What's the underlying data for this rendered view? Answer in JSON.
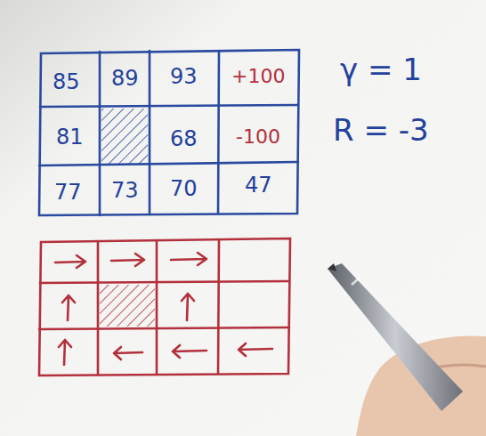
{
  "diagram": {
    "labels": [
      "85",
      "89",
      "93",
      "+100",
      "81",
      "68",
      "-100",
      "77",
      "73",
      "70",
      "47",
      "γ = 1",
      "R = -3"
    ]
  }
}
